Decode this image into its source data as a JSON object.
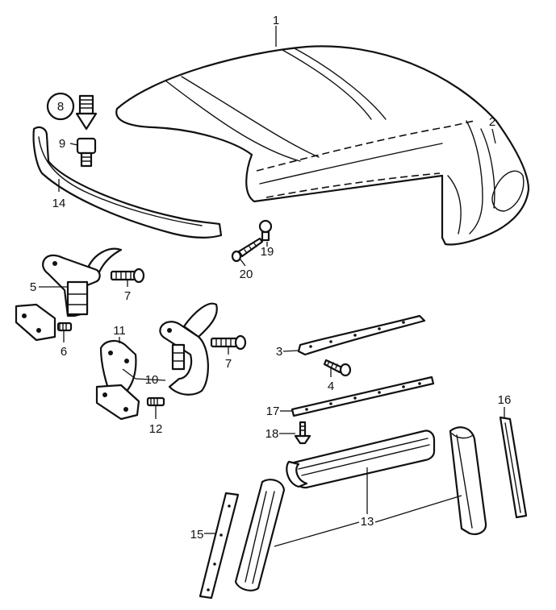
{
  "diagram": {
    "callouts": [
      {
        "id": "c1",
        "text": "1"
      },
      {
        "id": "c2",
        "text": "2"
      },
      {
        "id": "c3",
        "text": "3"
      },
      {
        "id": "c4",
        "text": "4"
      },
      {
        "id": "c5",
        "text": "5"
      },
      {
        "id": "c6",
        "text": "6"
      },
      {
        "id": "c7a",
        "text": "7"
      },
      {
        "id": "c7b",
        "text": "7"
      },
      {
        "id": "c8",
        "text": "8"
      },
      {
        "id": "c9",
        "text": "9"
      },
      {
        "id": "c10",
        "text": "10"
      },
      {
        "id": "c11",
        "text": "11"
      },
      {
        "id": "c12",
        "text": "12"
      },
      {
        "id": "c13",
        "text": "13"
      },
      {
        "id": "c14",
        "text": "14"
      },
      {
        "id": "c15",
        "text": "15"
      },
      {
        "id": "c16",
        "text": "16"
      },
      {
        "id": "c17",
        "text": "17"
      },
      {
        "id": "c18",
        "text": "18"
      },
      {
        "id": "c19",
        "text": "19"
      },
      {
        "id": "c20",
        "text": "20"
      }
    ],
    "highlighted_callout": "8"
  }
}
